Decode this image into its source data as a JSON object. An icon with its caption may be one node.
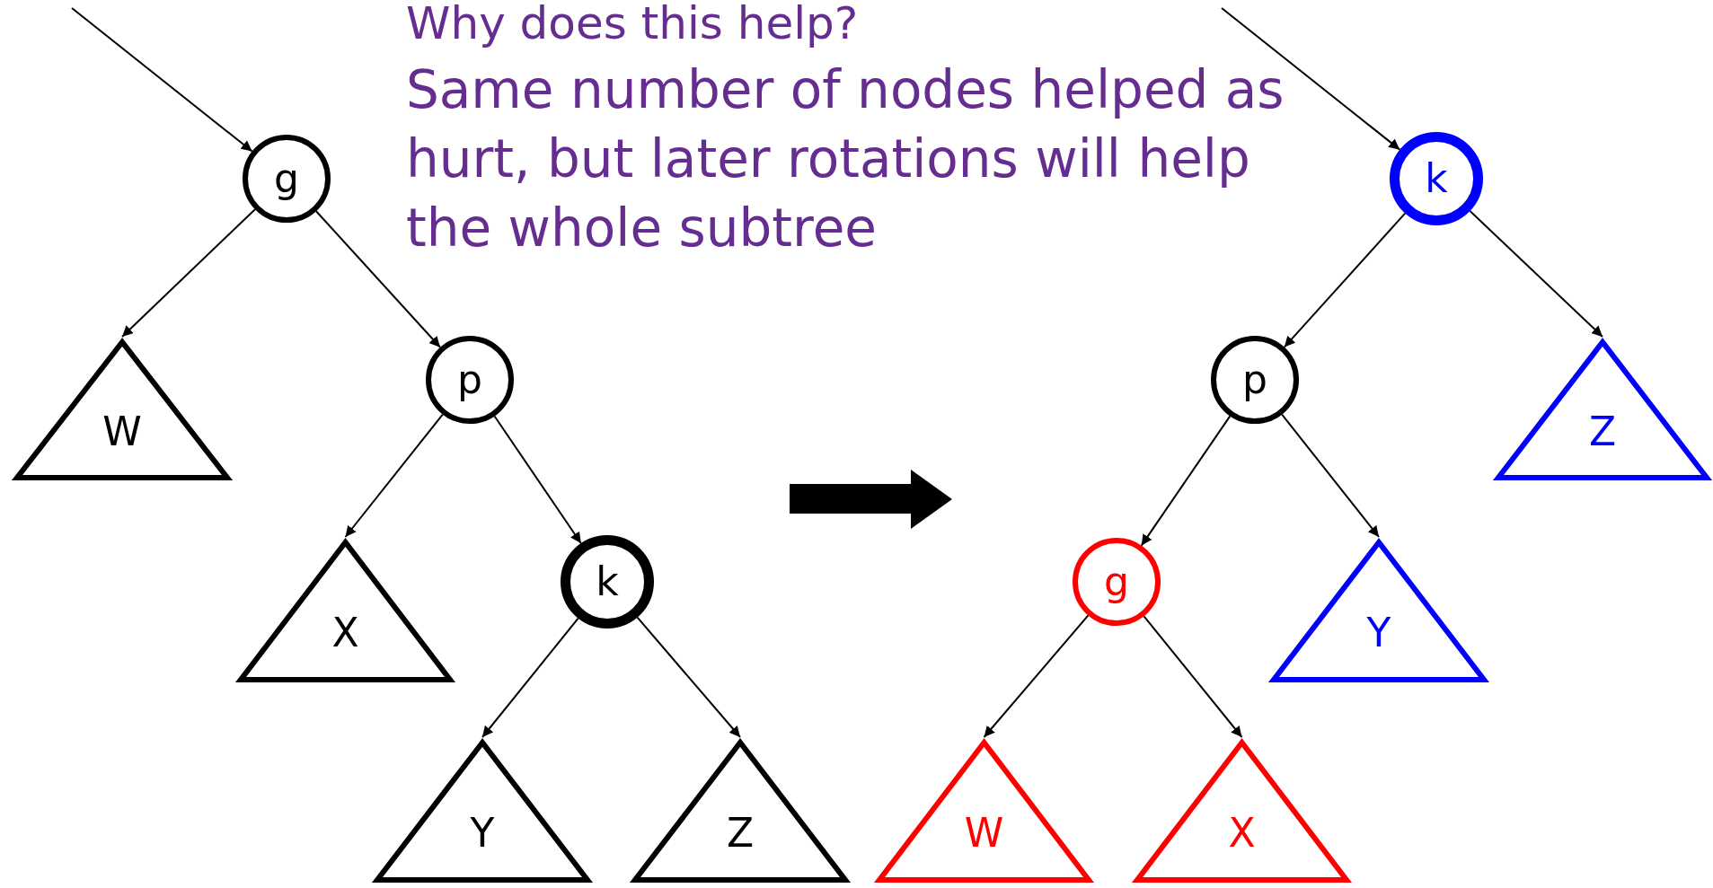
{
  "diagram": {
    "title": "Why does this help?",
    "nodes": [
      {
        "text": [
          "g"
        ]
      },
      {
        "text": [
          "W"
        ]
      },
      {
        "text": [
          "p"
        ]
      },
      {
        "text": [
          "X"
        ]
      },
      {
        "text": [
          "k"
        ]
      },
      {
        "text": [
          "Y"
        ]
      },
      {
        "text": [
          "Z"
        ]
      },
      {
        "text": [
          "k"
        ]
      },
      {
        "text": [
          "p"
        ]
      },
      {
        "text": [
          "Z"
        ]
      },
      {
        "text": [
          "g"
        ]
      },
      {
        "text": [
          "Y"
        ]
      },
      {
        "text": [
          "W"
        ]
      },
      {
        "text": [
          "X"
        ]
      }
    ],
    "edges": [
      {
        "from": null,
        "to": 0,
        "arrow": "to"
      },
      {
        "from": 0,
        "to": 1,
        "arrow": "to"
      },
      {
        "from": 0,
        "to": 2,
        "arrow": "to"
      },
      {
        "from": 2,
        "to": 3,
        "arrow": "to"
      },
      {
        "from": 2,
        "to": 4,
        "arrow": "to"
      },
      {
        "from": 4,
        "to": 5,
        "arrow": "to"
      },
      {
        "from": 4,
        "to": 6,
        "arrow": "to"
      },
      {
        "from": null,
        "to": 7,
        "arrow": "to"
      },
      {
        "from": 7,
        "to": 8,
        "arrow": "to"
      },
      {
        "from": 7,
        "to": 9,
        "arrow": "to"
      },
      {
        "from": 8,
        "to": 10,
        "arrow": "to"
      },
      {
        "from": 8,
        "to": 11,
        "arrow": "to"
      },
      {
        "from": 10,
        "to": 12,
        "arrow": "to"
      },
      {
        "from": 10,
        "to": 13,
        "arrow": "to"
      }
    ],
    "labels": [
      "Same number of nodes helped as hurt, but later rotations will help the whole subtree"
    ]
  }
}
